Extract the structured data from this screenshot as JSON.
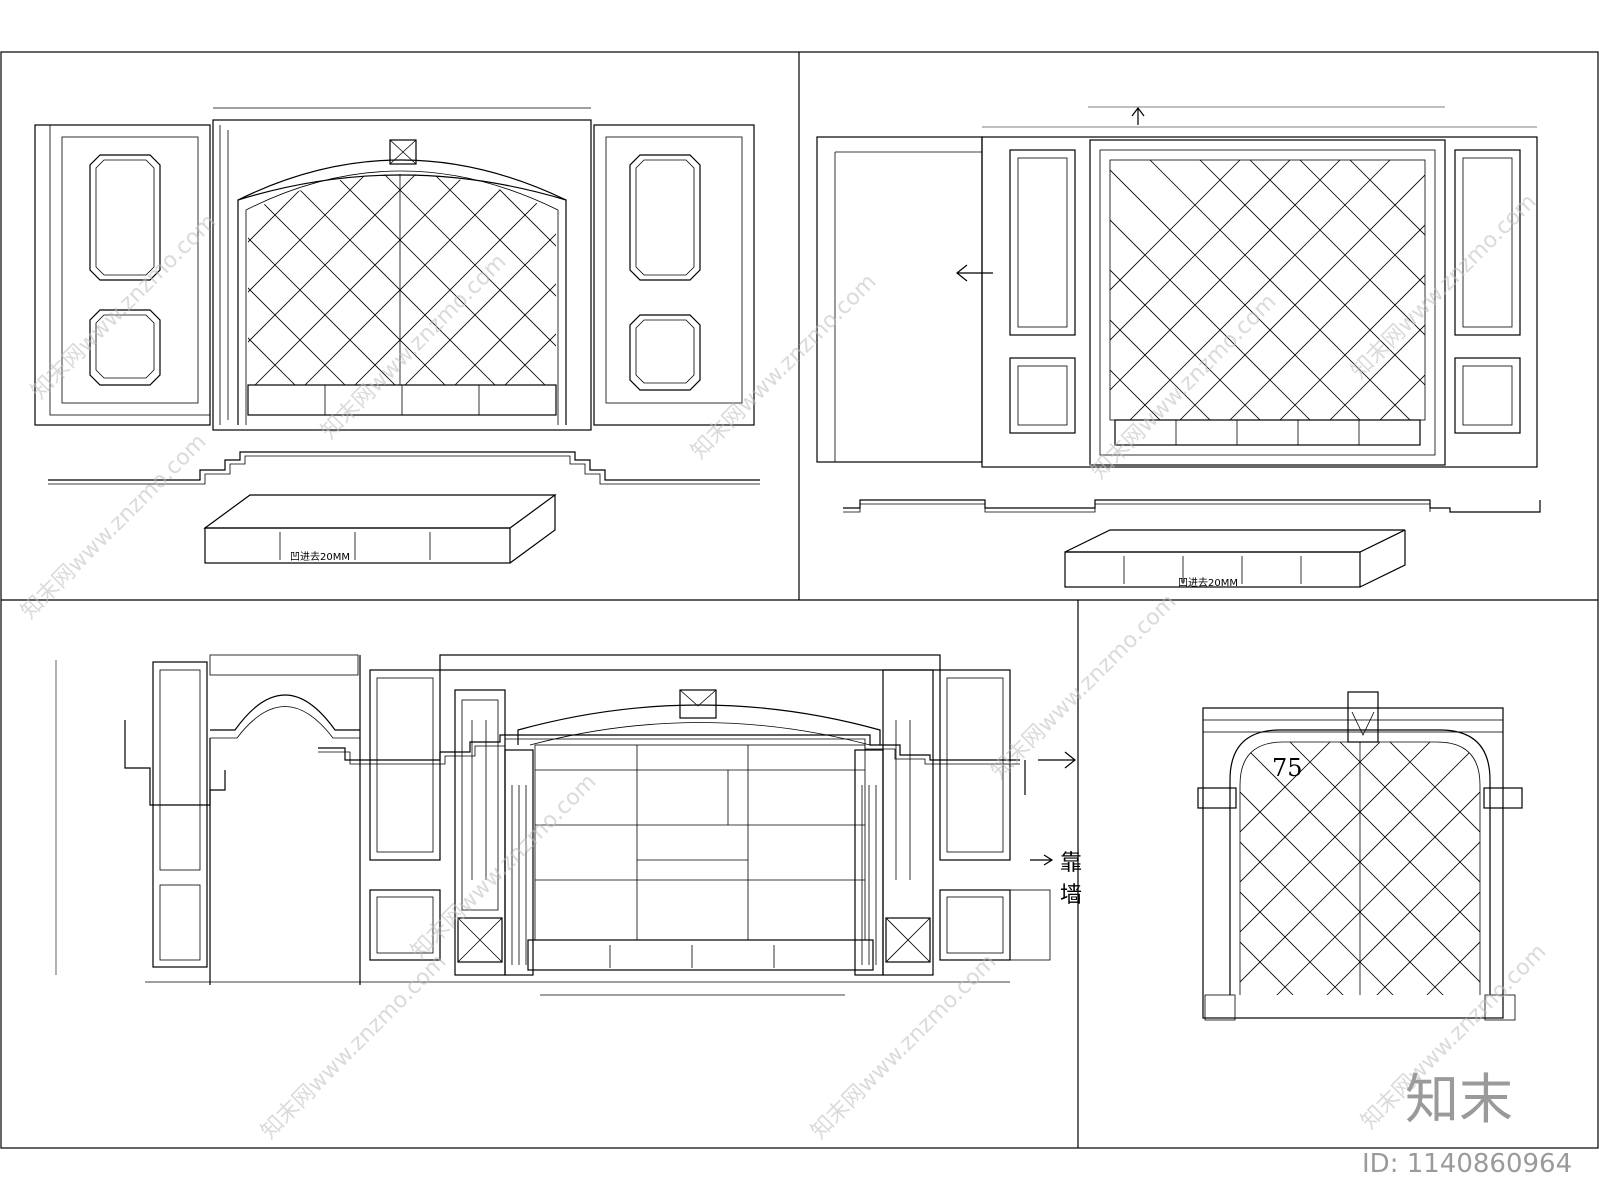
{
  "sheet": {
    "panels": [
      "elevation-arched-tv-wall",
      "elevation-flat-tv-wall",
      "elevation-columned-tv-wall",
      "elevation-arched-frame"
    ]
  },
  "labels": {
    "cabinet_note_1": "凹进去20MM",
    "cabinet_note_2": "凹进去20MM",
    "wall_note_line1": "靠",
    "wall_note_line2": "墙",
    "frame_radius": "75"
  },
  "watermark": {
    "text": "知末网www.znzmo.com",
    "logo": "知末",
    "id_text": "ID: 1140860964"
  },
  "icons": {
    "direction_arrow": "arrow-icon",
    "keystone": "keystone-icon"
  }
}
